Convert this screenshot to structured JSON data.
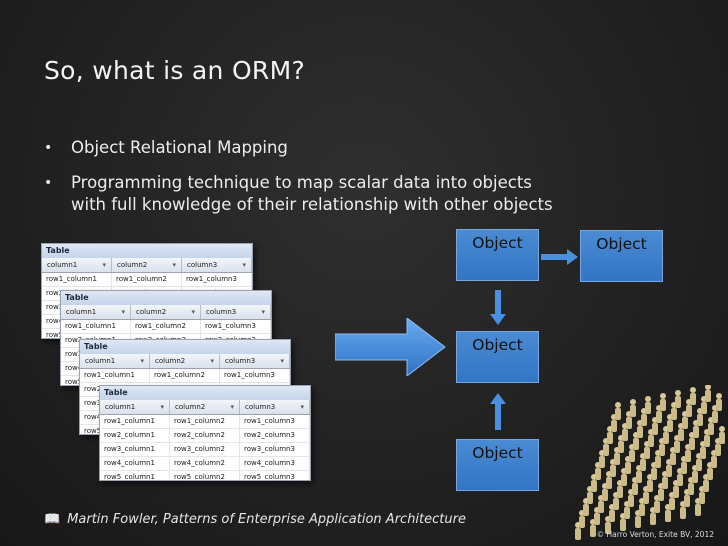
{
  "title": "So, what is an ORM?",
  "bullets": [
    {
      "marker": "•",
      "text": "Object Relational Mapping"
    },
    {
      "marker": "•",
      "lines": [
        "Programming technique to map scalar data into objects",
        "with full knowledge of their relationship with other objects"
      ]
    }
  ],
  "table": {
    "caption": "Table",
    "columns": [
      "column1",
      "column2",
      "column3"
    ],
    "rows": [
      [
        "row1_column1",
        "row1_column2",
        "row1_column3"
      ],
      [
        "row2_column1",
        "row2_column2",
        "row2_column3"
      ],
      [
        "row3_column1",
        "row3_column2",
        "row3_column3"
      ],
      [
        "row4_column1",
        "row4_column2",
        "row4_column3"
      ],
      [
        "row5_column1",
        "row5_column2",
        "row5_column3"
      ]
    ]
  },
  "objects": {
    "top": "Object",
    "right": "Object",
    "mid": "Object",
    "bottom": "Object"
  },
  "citation": {
    "icon": "book-icon",
    "text": "Martin Fowler, Patterns of Enterprise Application Architecture"
  },
  "copyright": "© Harro Verton, Exite BV, 2012",
  "colors": {
    "background": "#222222",
    "object_fill": "#3a7fcb",
    "arrow_fill": "#4a90e2"
  }
}
